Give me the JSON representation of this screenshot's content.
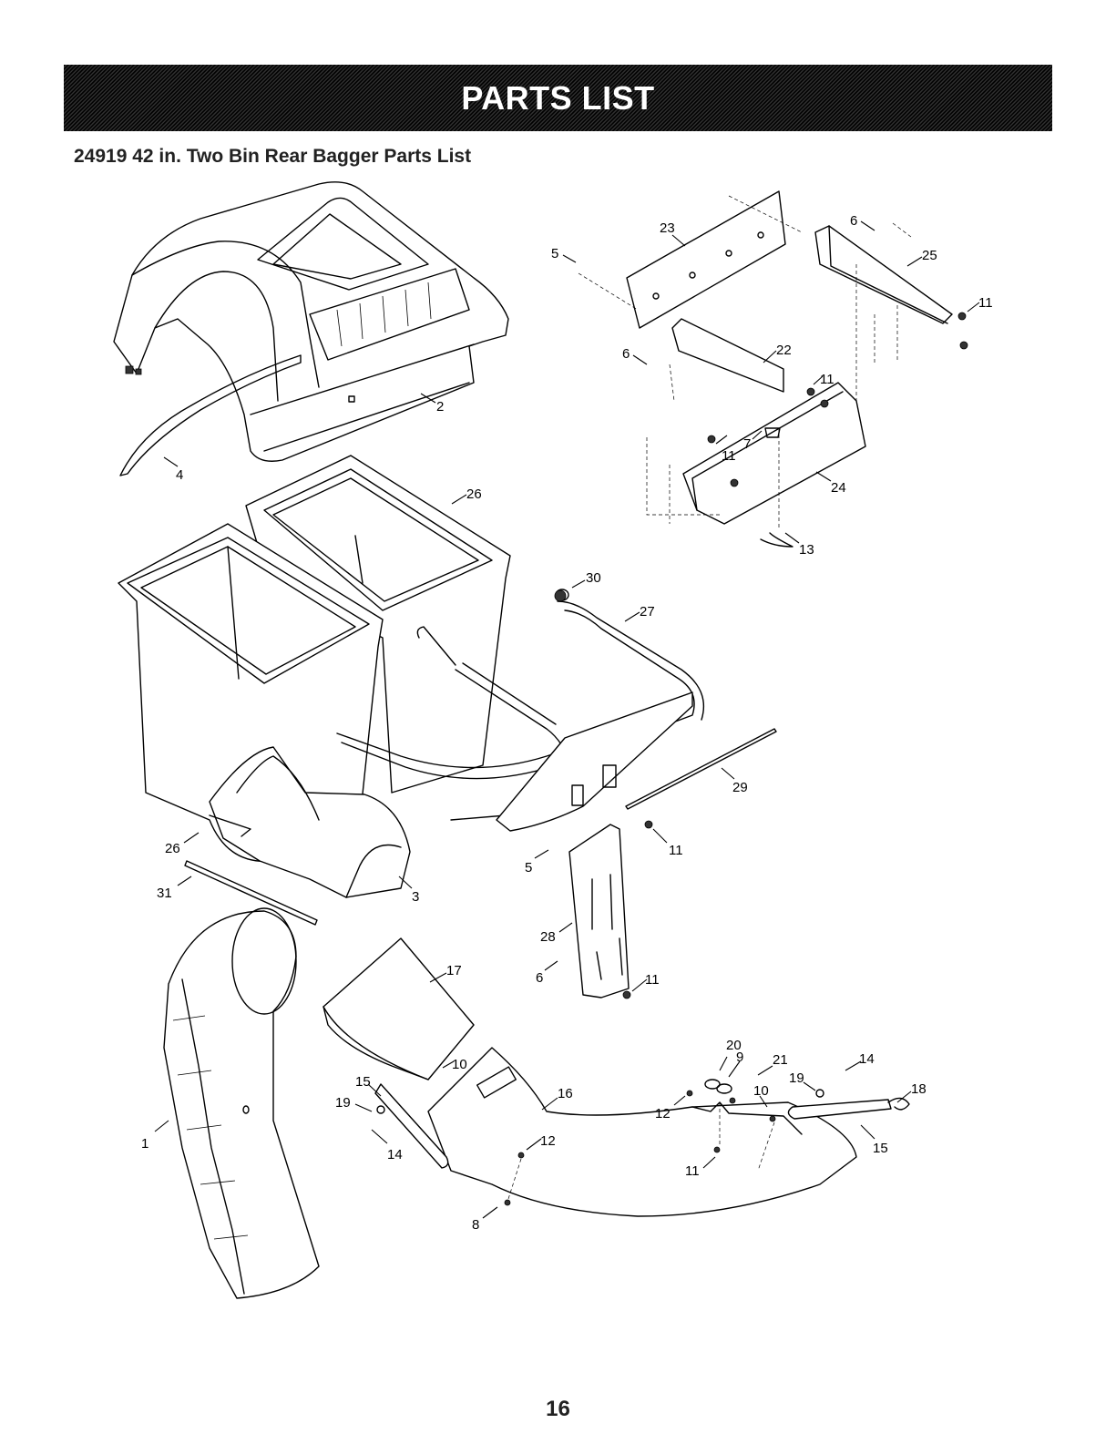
{
  "header": {
    "banner_title": "PARTS LIST"
  },
  "section": {
    "title": "24919 42 in. Two Bin Rear Bagger Parts List"
  },
  "diagram": {
    "callouts": [
      "1",
      "2",
      "3",
      "4",
      "5",
      "5",
      "6",
      "6",
      "6",
      "7",
      "8",
      "9",
      "10",
      "10",
      "11",
      "11",
      "11",
      "11",
      "11",
      "11",
      "12",
      "12",
      "13",
      "14",
      "14",
      "15",
      "15",
      "16",
      "17",
      "18",
      "19",
      "19",
      "20",
      "21",
      "22",
      "23",
      "24",
      "25",
      "26",
      "26",
      "27",
      "28",
      "29",
      "30",
      "31"
    ]
  },
  "footer": {
    "page_number": "16"
  }
}
